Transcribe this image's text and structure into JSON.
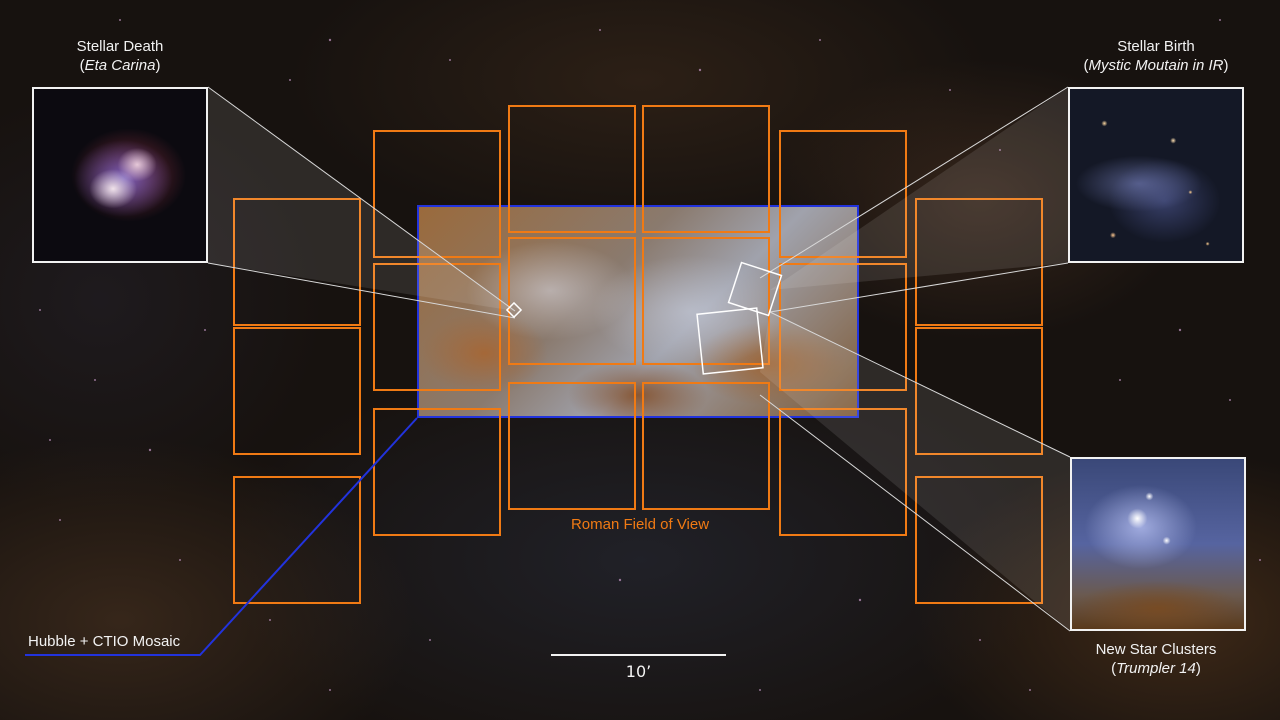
{
  "callouts": {
    "stellar_death": {
      "title": "Stellar Death",
      "subtitle": "Eta Carina"
    },
    "stellar_birth": {
      "title": "Stellar Birth",
      "subtitle": "Mystic Moutain in IR"
    },
    "new_star_clusters": {
      "title": "New Star Clusters",
      "subtitle": "Trumpler 14"
    }
  },
  "labels": {
    "mosaic": "Hubble + CTIO Mosaic",
    "roman_fov": "Roman Field of View",
    "scale": "10’"
  },
  "colors": {
    "roman_detector": "#f07a14",
    "mosaic_outline": "#2233dd",
    "callout_outline": "#f2f2f2",
    "text": "#f2f2f2"
  },
  "detectors": {
    "count": 18,
    "columns": 6,
    "rows_per_column": 3
  }
}
